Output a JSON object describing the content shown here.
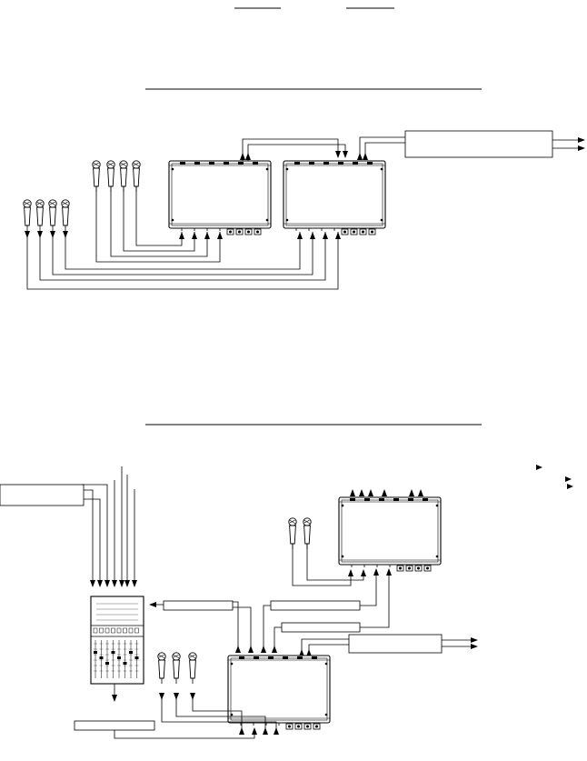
{
  "page": {
    "background": "#ffffff",
    "line_color": "#000000",
    "device_fill": "#ffffff"
  },
  "header": {
    "underline_count": 2
  },
  "figures": [
    {
      "id": "upper",
      "microphones": 8,
      "mixer_units": 2,
      "processor_boxes": 1,
      "output_arrows": 2
    },
    {
      "id": "lower",
      "microphones": 5,
      "mixer_units": 2,
      "console": 1,
      "processor_boxes": 6,
      "output_arrows": 2,
      "side_markers": 3
    }
  ],
  "icons": {
    "microphone": "microphone-icon",
    "mixer": "mixer-unit-icon",
    "console": "mixing-console-icon",
    "arrow": "signal-arrow-icon"
  }
}
